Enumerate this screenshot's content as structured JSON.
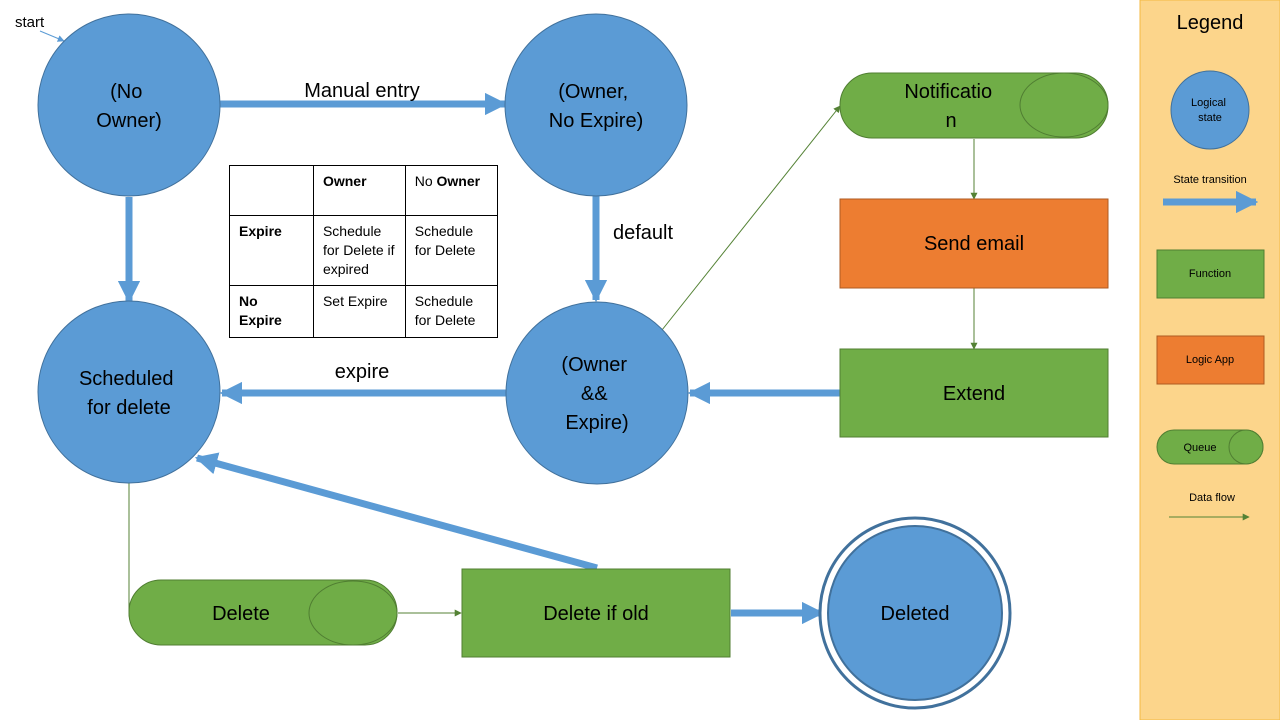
{
  "colors": {
    "state": "#5b9bd5",
    "state_border": "#41719c",
    "function": "#70ad47",
    "function_border": "#507e32",
    "logic_app": "#ed7d31",
    "legend_bg": "#fcd58b",
    "transition_arrow": "#5b9bd5",
    "data_flow": "#548235"
  },
  "start_label": "start",
  "states": {
    "no_owner": [
      "(No",
      "Owner)"
    ],
    "owner_no_expire": [
      "(Owner,",
      "No Expire)"
    ],
    "scheduled_for_delete": [
      "Scheduled",
      "for delete"
    ],
    "owner_and_expire": [
      "(Owner",
      "&&",
      "Expire)"
    ],
    "deleted": [
      "Deleted"
    ]
  },
  "transitions": {
    "manual_entry": "Manual entry",
    "default": "default",
    "expire": "expire"
  },
  "queues": {
    "notification": [
      "Notificatio",
      "n"
    ],
    "delete": [
      "Delete"
    ]
  },
  "functions": {
    "extend": "Extend",
    "delete_if_old": "Delete if old"
  },
  "logic_apps": {
    "send_email": "Send email"
  },
  "table": {
    "rows": [
      [
        {
          "parts": [
            {
              "t": "",
              "b": false
            }
          ]
        },
        {
          "parts": [
            {
              "t": "Owner",
              "b": true
            }
          ]
        },
        {
          "parts": [
            {
              "t": "No ",
              "b": false
            },
            {
              "t": "Owner",
              "b": true
            }
          ]
        }
      ],
      [
        {
          "parts": [
            {
              "t": "Expire",
              "b": true
            }
          ]
        },
        {
          "parts": [
            {
              "t": "Schedule for Delete if expired",
              "b": false
            }
          ]
        },
        {
          "parts": [
            {
              "t": "Schedule for Delete",
              "b": false
            }
          ]
        }
      ],
      [
        {
          "parts": [
            {
              "t": "No Expire",
              "b": true
            }
          ]
        },
        {
          "parts": [
            {
              "t": "Set Expire",
              "b": false
            }
          ]
        },
        {
          "parts": [
            {
              "t": "Schedule for Delete",
              "b": false
            }
          ]
        }
      ]
    ]
  },
  "legend": {
    "title": "Legend",
    "logical_state": [
      "Logical",
      "state"
    ],
    "state_transition": "State transition",
    "function": "Function",
    "logic_app": "Logic App",
    "queue": "Queue",
    "data_flow": "Data flow"
  }
}
